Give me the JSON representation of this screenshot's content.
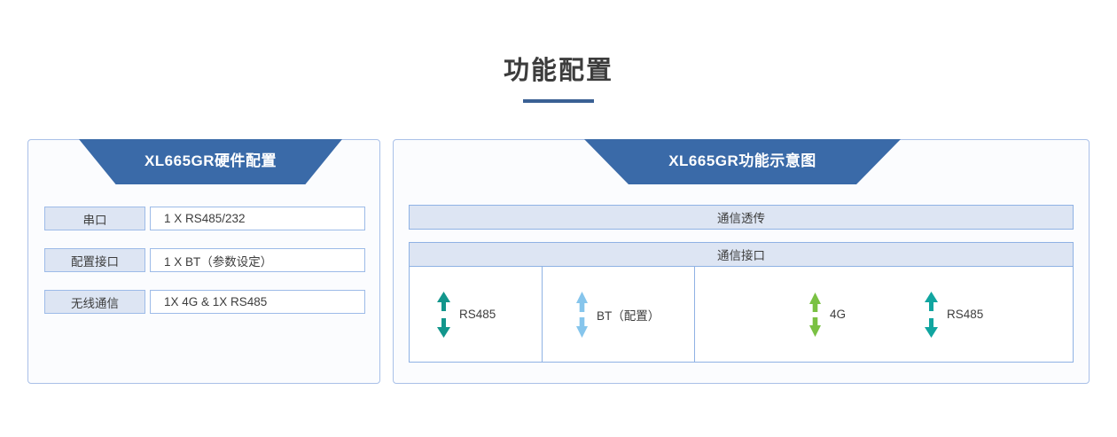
{
  "page": {
    "title": "功能配置",
    "accent_color": "#3a6094",
    "banner_color": "#3a6aa8",
    "panel_border_color": "#a9c0e8",
    "cell_fill_color": "#dde5f3"
  },
  "left_panel": {
    "banner_title": "XL665GR硬件配置",
    "rows": [
      {
        "label": "串口",
        "value": "1 X RS485/232"
      },
      {
        "label": "配置接口",
        "value": "1 X BT（参数设定）"
      },
      {
        "label": "无线通信",
        "value": "1X 4G & 1X RS485"
      }
    ]
  },
  "right_panel": {
    "banner_title": "XL665GR功能示意图",
    "bar_transparent": "通信透传",
    "bar_interface": "通信接口",
    "interfaces": [
      {
        "label": "RS485",
        "arrow_icon": "double-arrow-vertical-icon",
        "color": "#12968c"
      },
      {
        "label": "BT（配置）",
        "arrow_icon": "double-arrow-vertical-icon",
        "color": "#86c5ec"
      },
      {
        "label": "4G",
        "arrow_icon": "double-arrow-vertical-icon",
        "color": "#7ac143"
      },
      {
        "label": "RS485",
        "arrow_icon": "double-arrow-vertical-icon",
        "color": "#11a5a0"
      }
    ]
  }
}
